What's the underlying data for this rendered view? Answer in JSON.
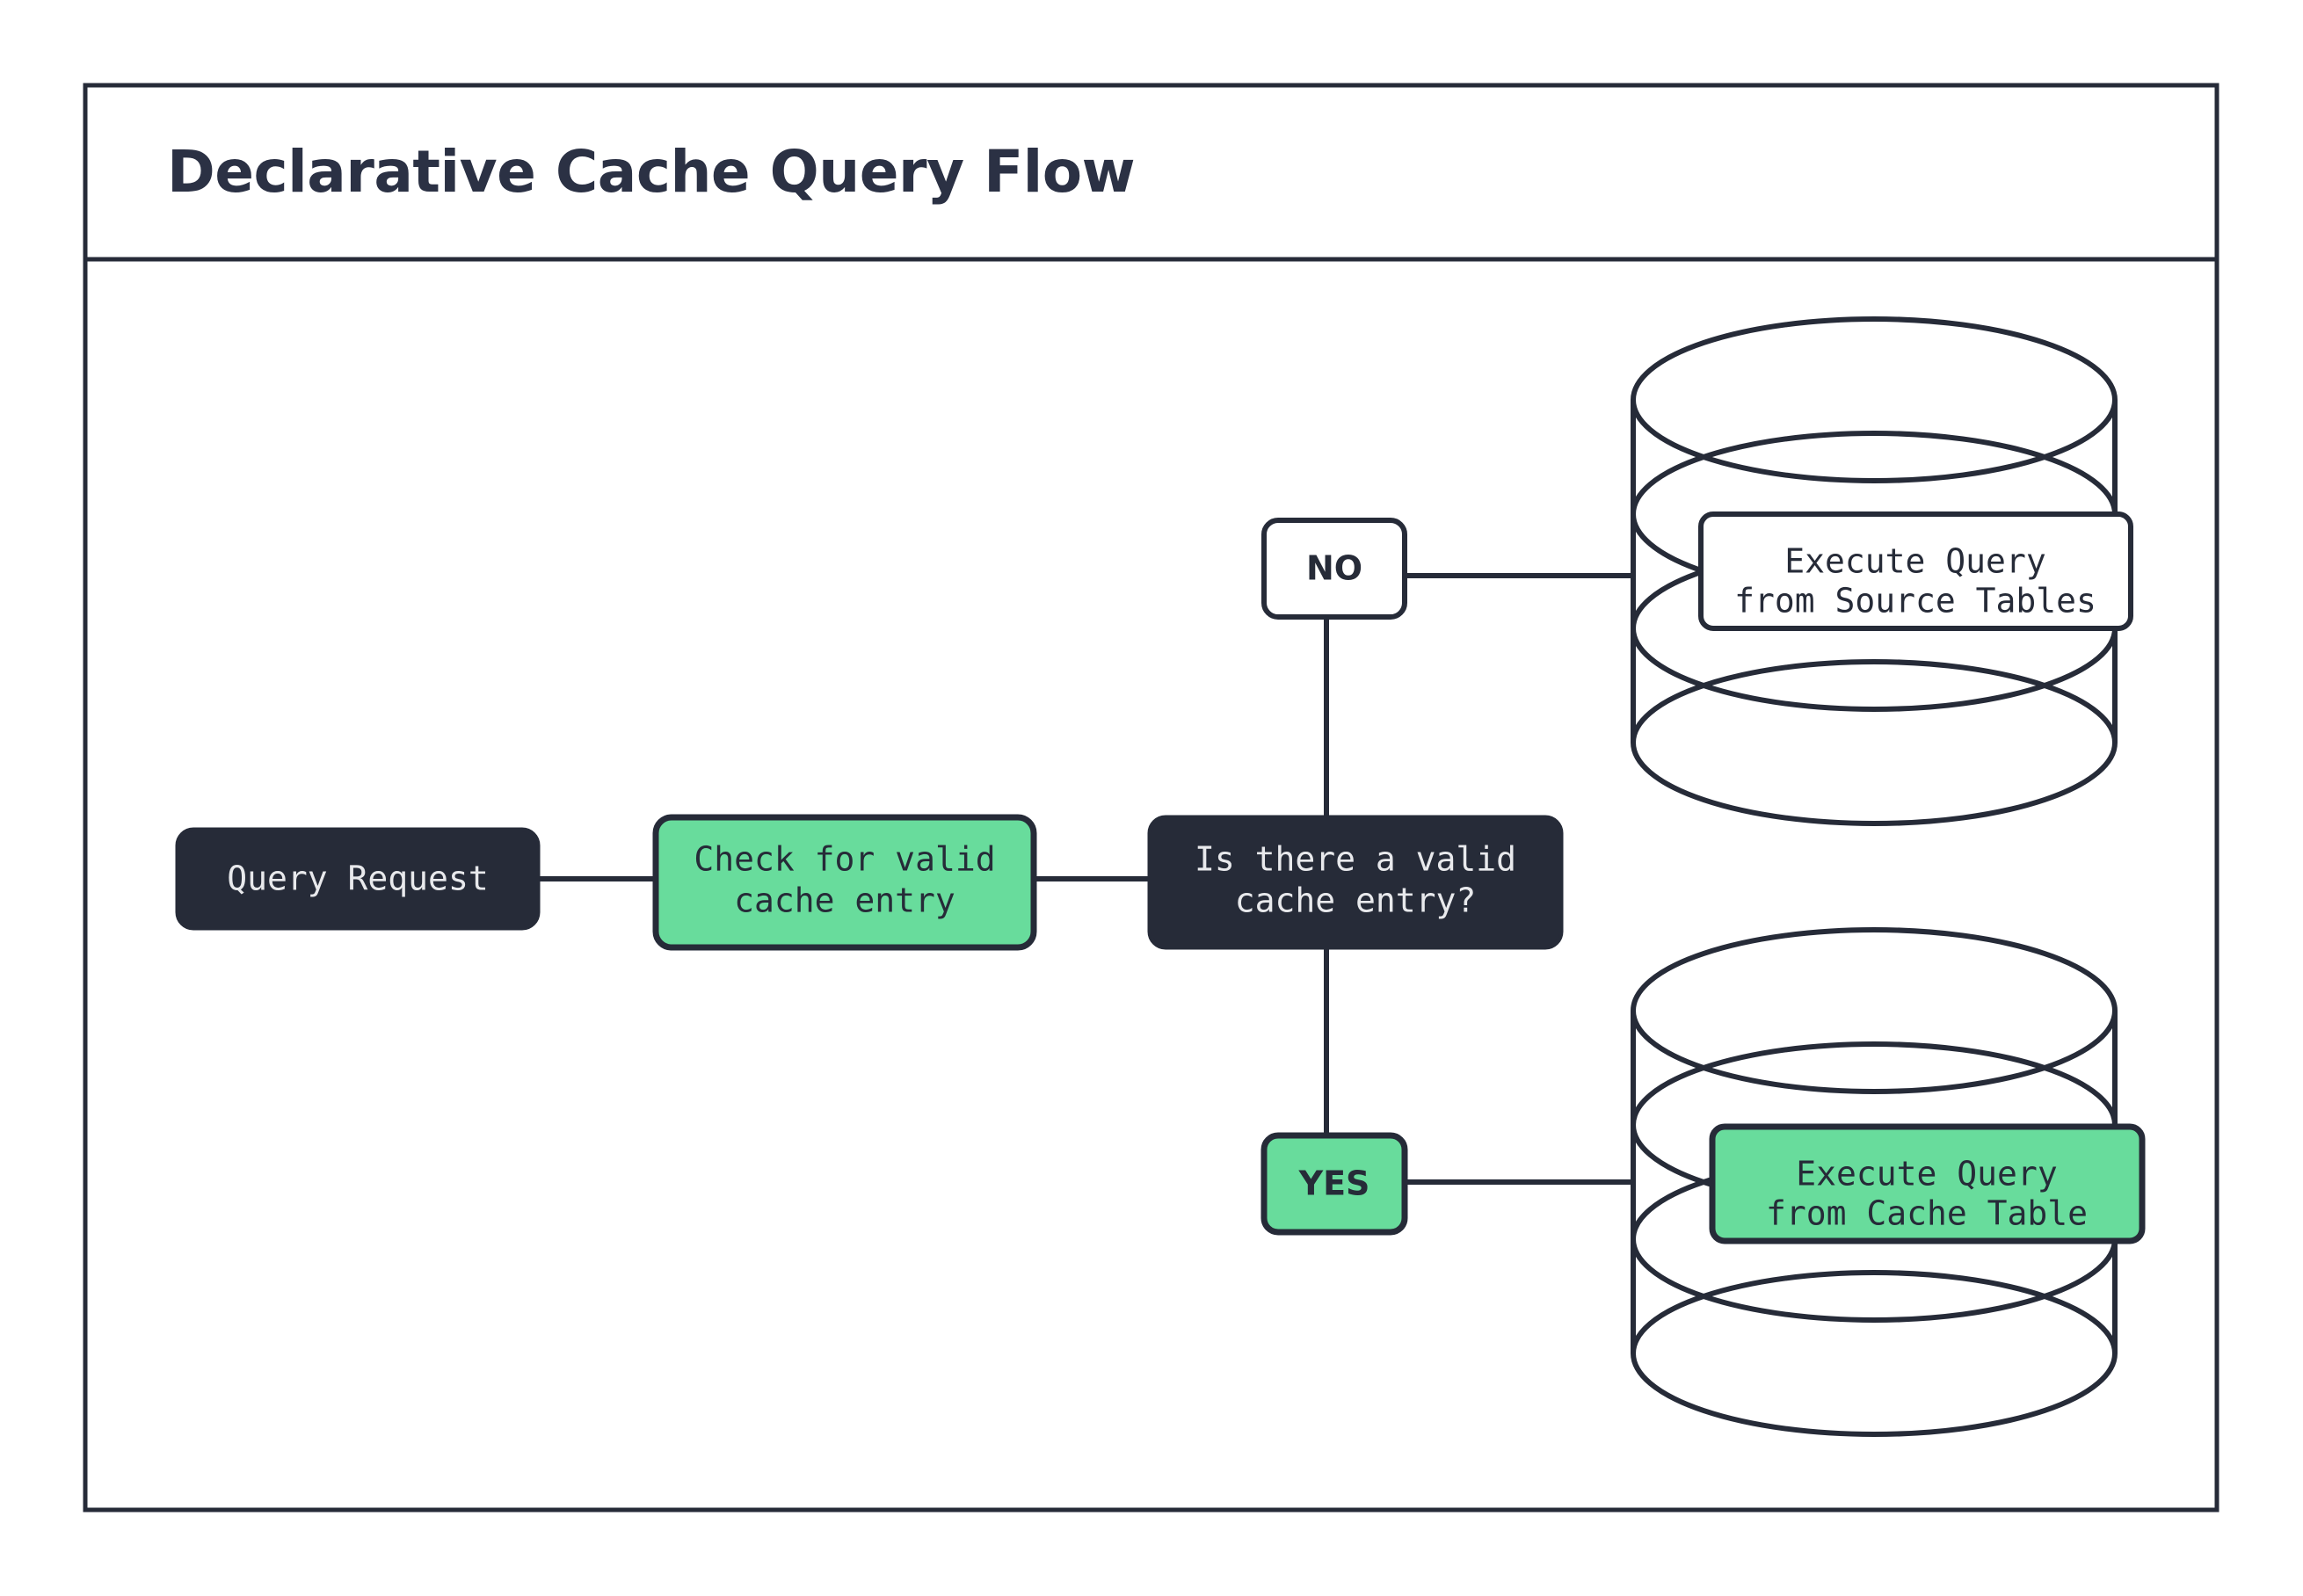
{
  "page": {
    "background_color": "#ffffff",
    "frame_border_color": "#262B38"
  },
  "header": {
    "title": "Declarative Cache Query Flow"
  },
  "palette": {
    "dark": "#262B38",
    "green": "#68DC9C",
    "white": "#ffffff",
    "light_text": "#E8E9EC"
  },
  "flow": {
    "nodes": [
      {
        "id": "query-request",
        "label": "Query Request",
        "style": "dark",
        "lines": [
          "Query Request"
        ]
      },
      {
        "id": "check-cache",
        "label": "Check for valid cache entry",
        "style": "green",
        "lines": [
          "Check for valid",
          "cache entry"
        ]
      },
      {
        "id": "decision",
        "label": "Is there a valid cache entry?",
        "style": "dark",
        "lines": [
          "Is there a valid",
          "cache entry?"
        ]
      },
      {
        "id": "source-tables",
        "label": "Execute Query from Source Tables",
        "style": "white",
        "lines": [
          "Execute Query",
          "from Source Tables"
        ],
        "container": "database-cylinder"
      },
      {
        "id": "cache-table",
        "label": "Execute Query from Cache Table",
        "style": "green",
        "lines": [
          "Execute Query",
          "from Cache Table"
        ],
        "container": "database-cylinder"
      }
    ],
    "branches": [
      {
        "id": "branch-no",
        "label": "NO",
        "style": "white",
        "target": "source-tables"
      },
      {
        "id": "branch-yes",
        "label": "YES",
        "style": "green",
        "target": "cache-table"
      }
    ],
    "edges": [
      {
        "from": "query-request",
        "to": "check-cache"
      },
      {
        "from": "check-cache",
        "to": "decision"
      },
      {
        "from": "decision",
        "to": "branch-no"
      },
      {
        "from": "decision",
        "to": "branch-yes"
      },
      {
        "from": "branch-no",
        "to": "source-tables"
      },
      {
        "from": "branch-yes",
        "to": "cache-table"
      }
    ]
  }
}
